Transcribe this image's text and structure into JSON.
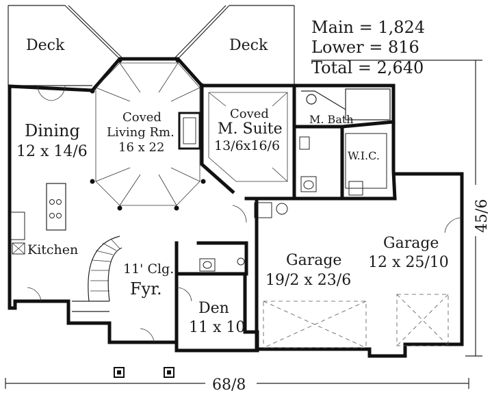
{
  "stats": {
    "main": "Main   = 1,824",
    "lower": "Lower = 816",
    "total": "Total   = 2,640"
  },
  "dimensions": {
    "width": "68/8",
    "depth": "45/6"
  },
  "rooms": {
    "deck_left": "Deck",
    "deck_right": "Deck",
    "dining_name": "Dining",
    "dining_size": "12 x 14/6",
    "living_line1": "Coved",
    "living_line2": "Living Rm.",
    "living_size": "16 x 22",
    "suite_line1": "Coved",
    "suite_name": "M. Suite",
    "suite_size": "13/6x16/6",
    "bath": "M. Bath",
    "wic": "W.I.C.",
    "kitchen": "Kitchen",
    "foyer_clg": "11' Clg.",
    "foyer": "Fyr.",
    "den_name": "Den",
    "den_size": "11 x 10",
    "garage_left_name": "Garage",
    "garage_left_size": "19/2 x 23/6",
    "garage_right_name": "Garage",
    "garage_right_size": "12 x 25/10"
  }
}
